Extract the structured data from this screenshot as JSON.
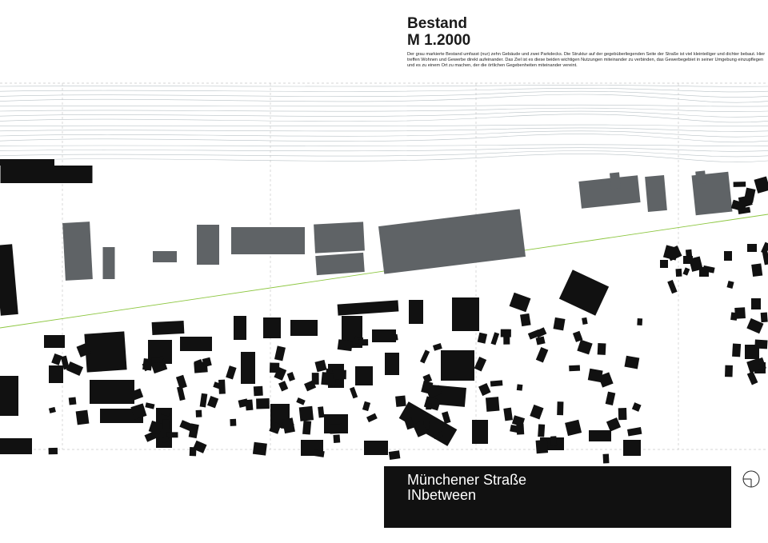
{
  "header": {
    "title": "Bestand",
    "scale": "M 1.2000",
    "description": "Der grau markierte Bestand umfasst (nur) zehn Gebäude und zwei Parkdecks. Die Struktur auf der gegebüberliegenden Seite der Straße ist viel kleinteiliger und dichter bebaut. Hier treffen Wohnen und Gewerbe direkt aufeinander. Das Ziel ist es diese beiden wichtigen Nutzungen miteinander zu verbinden, das Gewerbegebiet in seiner Umgebung einzupflegen und es zu einem Ort zu machen, der die örtlichen Gegebenheiten miteinander vereint."
  },
  "label": {
    "name": "Münchener Straße",
    "subtitle": "INbetween"
  },
  "colors": {
    "existing_buildings": "#5f6366",
    "surrounding_buildings": "#111111",
    "rail_lines": "#b9c2c6",
    "street_line": "#8cc63f",
    "grid_lines": "#c8c8c8",
    "label_background": "#111111"
  },
  "icons": {
    "north_arrow": "north-arrow-icon"
  }
}
